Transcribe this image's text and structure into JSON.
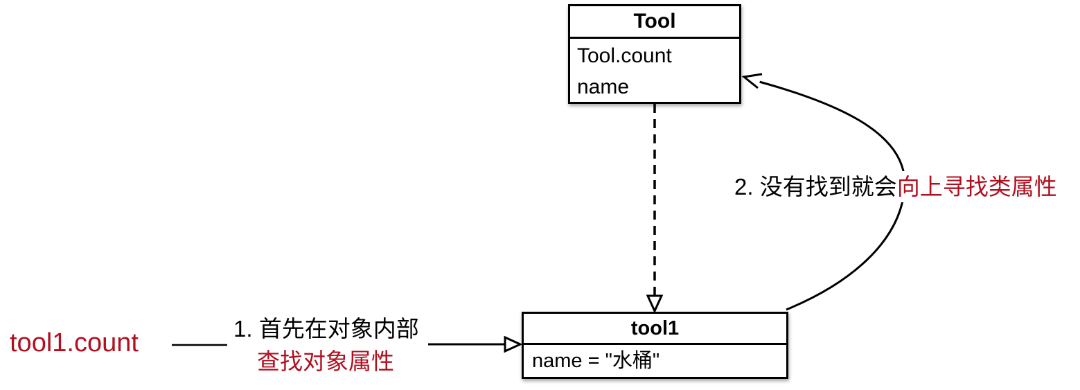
{
  "colors": {
    "accent_red": "#b01020",
    "line_black": "#000000"
  },
  "class_box": {
    "title": "Tool",
    "attributes": [
      "Tool.count",
      "name"
    ]
  },
  "instance_box": {
    "title": "tool1",
    "attributes": [
      "name = \"水桶\""
    ]
  },
  "expression_label": "tool1.count",
  "step1": {
    "prefix": "1. 首先在对象内部",
    "highlight": "查找对象属性"
  },
  "step2": {
    "prefix": "2. 没有找到就会",
    "highlight": "向上寻找类属性"
  }
}
